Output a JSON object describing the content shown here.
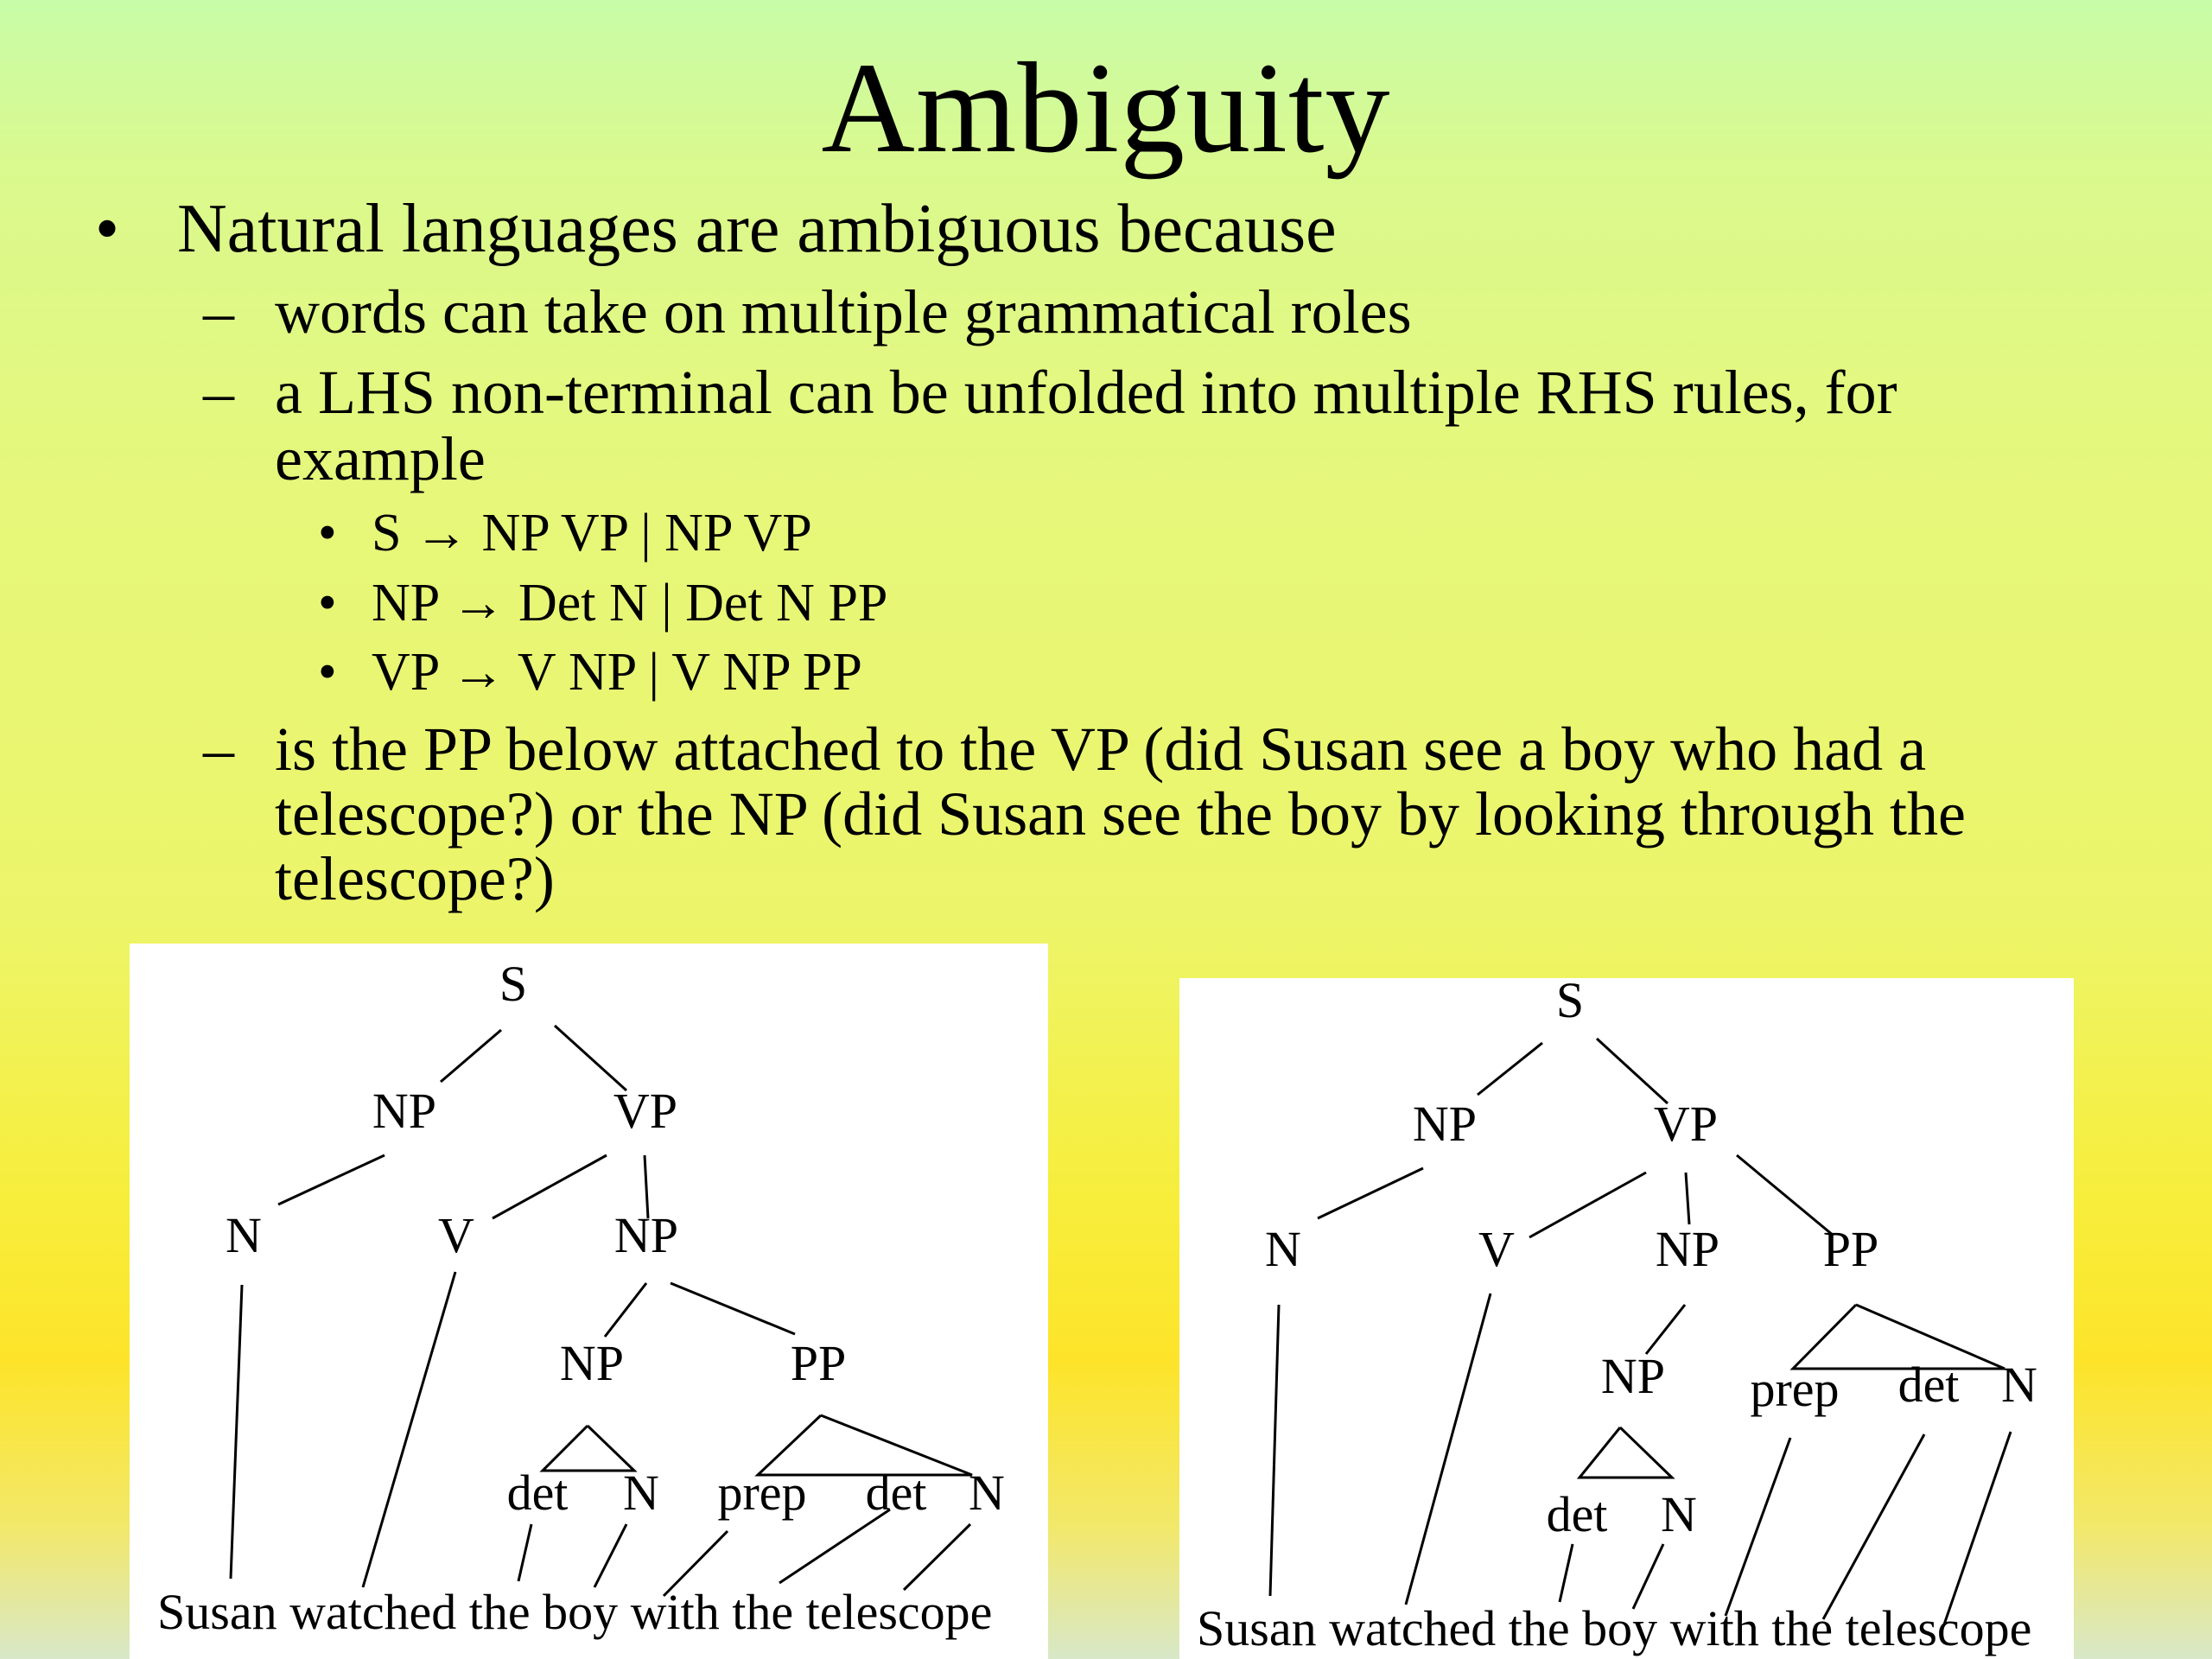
{
  "title": "Ambiguity",
  "bullet_main": "Natural languages are ambiguous because",
  "sub_bullets": [
    "words  can take on multiple grammatical roles",
    "a LHS non-terminal can be unfolded into multiple RHS rules, for",
    "example"
  ],
  "rules": [
    "S → NP VP | NP VP",
    "NP → Det N | Det N PP",
    "VP → V NP | V NP PP"
  ],
  "question_lines": [
    "is the PP below attached to the VP (did Susan see a boy who had a",
    "telescope?) or the NP (did Susan see the boy by looking through the",
    "telescope?)"
  ],
  "glyphs": {
    "bullet": "•",
    "dash": "–",
    "small_bullet": "•"
  },
  "trees": {
    "left": {
      "labels": [
        "S",
        "NP",
        "VP",
        "N",
        "V",
        "NP",
        "NP",
        "PP",
        "det",
        "N",
        "prep",
        "det",
        "N"
      ],
      "sentence": "Susan watched the boy with the telescope"
    },
    "right": {
      "labels": [
        "S",
        "NP",
        "VP",
        "N",
        "V",
        "NP",
        "PP",
        "NP",
        "prep",
        "det",
        "N",
        "det",
        "N"
      ],
      "sentence": "Susan watched the boy with the telescope"
    }
  }
}
